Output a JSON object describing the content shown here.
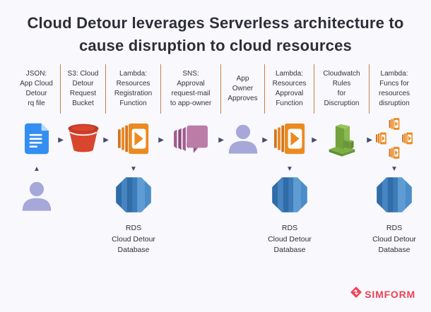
{
  "title": "Cloud Detour leverages Serverless architecture to\ncause disruption to cloud resources",
  "steps": [
    {
      "id": "json-file",
      "icon": "document-icon",
      "label": "JSON:\nApp Cloud\nDetour\nrq file"
    },
    {
      "id": "s3-bucket",
      "icon": "s3-bucket-icon",
      "label": "S3: Cloud\nDetour\nRequest\nBucket"
    },
    {
      "id": "lambda-registration",
      "icon": "lambda-icon",
      "label": "Lambda:\nResources\nRegistration\nFunction"
    },
    {
      "id": "sns-approval-mail",
      "icon": "sns-icon",
      "label": "SNS:\nApproval\nrequest-mail\nto app-owner"
    },
    {
      "id": "app-owner",
      "icon": "person-icon",
      "label": "App\nOwner\nApproves"
    },
    {
      "id": "lambda-approval",
      "icon": "lambda-icon",
      "label": "Lambda:\nResources\nApproval\nFunction"
    },
    {
      "id": "cloudwatch-rules",
      "icon": "cloudwatch-icon",
      "label": "Cloudwatch\nRules\nfor\nDiscruption"
    },
    {
      "id": "lambda-disruption",
      "icon": "lambda-cluster-icon",
      "label": "Lambda:\nFuncs for\nresources\ndisruption"
    }
  ],
  "databases": [
    {
      "label": "RDS\nCloud Detour\nDatabase"
    },
    {
      "label": "RDS\nCloud Detour\nDatabase"
    },
    {
      "label": "RDS\nCloud Detour\nDatabase"
    }
  ],
  "glyphs": {
    "arrow_right": "▶",
    "arrow_up": "▲",
    "arrow_down": "▼"
  },
  "brand": {
    "name": "SIMFORM"
  },
  "colors": {
    "background": "#f8f8fd",
    "title_text": "#2e2e38",
    "label_text": "#34343e",
    "separator_orange": "#c6804d",
    "arrow_slate": "#474b6e",
    "doc_blue": "#338ef2",
    "bucket_red": "#d8462e",
    "lambda_orange": "#ec8a20",
    "sns_mauve": "#bb7ca8",
    "person_lavender": "#a5a8d8",
    "cloudwatch_green": "#74a23c",
    "rds_blue": "#3d7cba",
    "brand_red": "#ee4254"
  }
}
